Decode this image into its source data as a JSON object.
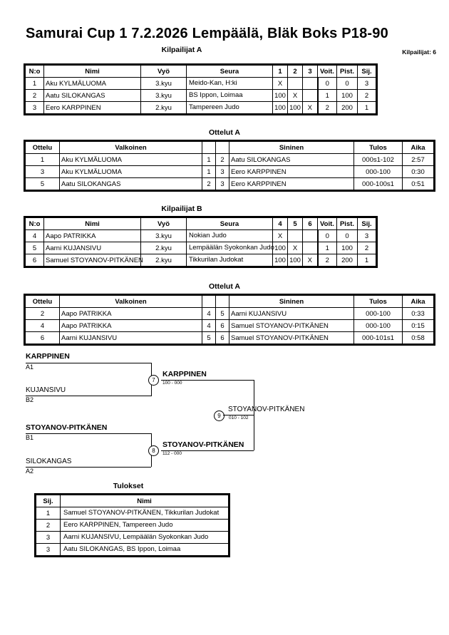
{
  "header": {
    "title": "Samurai Cup 1  7.2.2026  Lempäälä, Bläk Boks   P18-90",
    "subtitle": "Kilpailijat A",
    "competitor_count": "Kilpailijat: 6"
  },
  "pool_a": {
    "headers": [
      "N:o",
      "Nimi",
      "Vyö",
      "Seura",
      "1",
      "2",
      "3",
      "Voit.",
      "Pist.",
      "Sij."
    ],
    "rows": [
      {
        "no": "1",
        "nimi": "Aku KYLMÄLUOMA",
        "vyo": "3.kyu",
        "seura": "Meido-Kan, H:ki",
        "m1": "X",
        "m2": "",
        "m3": "",
        "voit": "0",
        "pist": "0",
        "sij": "3"
      },
      {
        "no": "2",
        "nimi": "Aatu SILOKANGAS",
        "vyo": "3.kyu",
        "seura": "BS Ippon, Loimaa",
        "m1": "100",
        "m2": "X",
        "m3": "",
        "voit": "1",
        "pist": "100",
        "sij": "2"
      },
      {
        "no": "3",
        "nimi": "Eero KARPPINEN",
        "vyo": "2.kyu",
        "seura": "Tampereen Judo",
        "m1": "100",
        "m2": "100",
        "m3": "X",
        "voit": "2",
        "pist": "200",
        "sij": "1"
      }
    ]
  },
  "bouts_a": {
    "title": "Ottelut A",
    "headers": [
      "Ottelu",
      "Valkoinen",
      "",
      "",
      "Sininen",
      "Tulos",
      "Aika"
    ],
    "rows": [
      {
        "ottelu": "1",
        "white": "Aku KYLMÄLUOMA",
        "wn": "1",
        "bn": "2",
        "blue": "Aatu SILOKANGAS",
        "tulos": "000s1-102",
        "aika": "2:57"
      },
      {
        "ottelu": "3",
        "white": "Aku KYLMÄLUOMA",
        "wn": "1",
        "bn": "3",
        "blue": "Eero KARPPINEN",
        "tulos": "000-100",
        "aika": "0:30"
      },
      {
        "ottelu": "5",
        "white": "Aatu SILOKANGAS",
        "wn": "2",
        "bn": "3",
        "blue": "Eero KARPPINEN",
        "tulos": "000-100s1",
        "aika": "0:51"
      }
    ]
  },
  "pool_b": {
    "title": "Kilpailijat B",
    "headers": [
      "N:o",
      "Nimi",
      "Vyö",
      "Seura",
      "4",
      "5",
      "6",
      "Voit.",
      "Pist.",
      "Sij."
    ],
    "rows": [
      {
        "no": "4",
        "nimi": "Aapo PATRIKKA",
        "vyo": "3.kyu",
        "seura": "Nokian Judo",
        "m1": "X",
        "m2": "",
        "m3": "",
        "voit": "0",
        "pist": "0",
        "sij": "3"
      },
      {
        "no": "5",
        "nimi": "Aarni KUJANSIVU",
        "vyo": "2.kyu",
        "seura": "Lempäälän Syokonkan Judo",
        "m1": "100",
        "m2": "X",
        "m3": "",
        "voit": "1",
        "pist": "100",
        "sij": "2"
      },
      {
        "no": "6",
        "nimi": "Samuel STOYANOV-PITKÄNEN",
        "vyo": "2.kyu",
        "seura": "Tikkurilan Judokat",
        "m1": "100",
        "m2": "100",
        "m3": "X",
        "voit": "2",
        "pist": "200",
        "sij": "1"
      }
    ]
  },
  "bouts_b": {
    "title": "Ottelut A",
    "headers": [
      "Ottelu",
      "Valkoinen",
      "",
      "",
      "Sininen",
      "Tulos",
      "Aika"
    ],
    "rows": [
      {
        "ottelu": "2",
        "white": "Aapo PATRIKKA",
        "wn": "4",
        "bn": "5",
        "blue": "Aarni KUJANSIVU",
        "tulos": "000-100",
        "aika": "0:33"
      },
      {
        "ottelu": "4",
        "white": "Aapo PATRIKKA",
        "wn": "4",
        "bn": "6",
        "blue": "Samuel STOYANOV-PITKÄNEN",
        "tulos": "000-100",
        "aika": "0:15"
      },
      {
        "ottelu": "6",
        "white": "Aarni KUJANSIVU",
        "wn": "5",
        "bn": "6",
        "blue": "Samuel STOYANOV-PITKÄNEN",
        "tulos": "000-101s1",
        "aika": "0:58"
      }
    ]
  },
  "bracket": {
    "entries": [
      {
        "name": "KARPPINEN",
        "seed": "A1",
        "winner": true
      },
      {
        "name": "KUJANSIVU",
        "seed": "B2",
        "winner": false
      },
      {
        "name": "STOYANOV-PITKÄNEN",
        "seed": "B1",
        "winner": true
      },
      {
        "name": "SILOKANGAS",
        "seed": "A2",
        "winner": false
      }
    ],
    "matches": [
      {
        "number": "7",
        "winner": "KARPPINEN",
        "score": "100 - 000",
        "bold": true
      },
      {
        "number": "8",
        "winner": "STOYANOV-PITKÄNEN",
        "score": "112 - 000",
        "bold": true
      },
      {
        "number": "9",
        "winner": "STOYANOV-PITKÄNEN",
        "score": "010 - 102",
        "bold": false
      }
    ]
  },
  "results": {
    "title": "Tulokset",
    "headers": [
      "Sij.",
      "Nimi"
    ],
    "rows": [
      {
        "sij": "1",
        "nimi": "Samuel STOYANOV-PITKÄNEN, Tikkurilan Judokat"
      },
      {
        "sij": "2",
        "nimi": "Eero KARPPINEN, Tampereen Judo"
      },
      {
        "sij": "3",
        "nimi": "Aarni KUJANSIVU, Lempäälän Syokonkan Judo"
      },
      {
        "sij": "3",
        "nimi": "Aatu SILOKANGAS, BS Ippon, Loimaa"
      }
    ]
  }
}
